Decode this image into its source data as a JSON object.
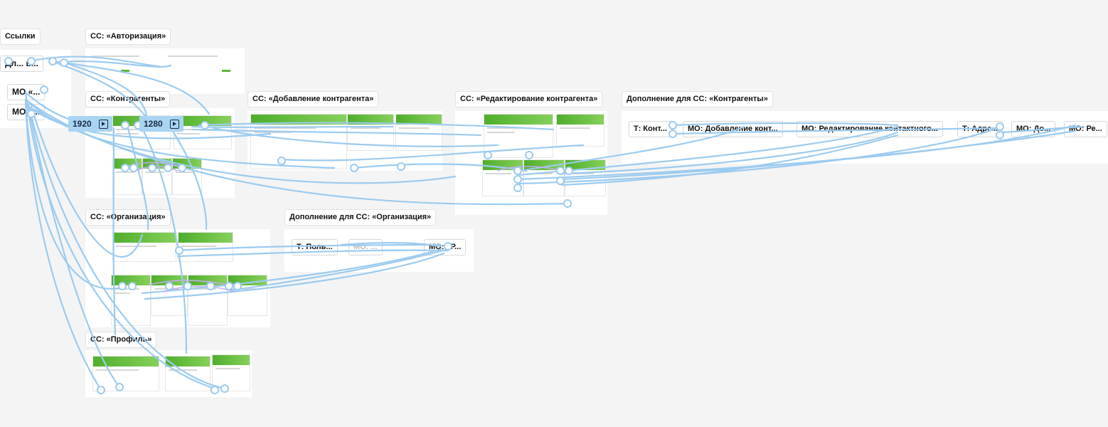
{
  "labels": {
    "links": "Ссылки",
    "auth": "СС: «Авторизация»",
    "kontragenty": "СС: «Контрагенты»",
    "add_kontragent": "СС: «Добавление контрагента»",
    "edit_kontragent": "СС: «Редактирование контрагента»",
    "add_for_kontragenty": "Дополнение для СС: «Контрагенты»",
    "organization": "СС: «Организация»",
    "add_for_organization": "Дополнение для СС: «Организация»",
    "profile": "СС: «Профиль»"
  },
  "link_items": {
    "dl_chip": "Дл... в...",
    "mo_chip_1": "МО «...",
    "mo_chip_2": "МО «..."
  },
  "viewport_tags": {
    "tag_1920": "1920",
    "tag_1280": "1280"
  },
  "kontragenty_addon_chips": {
    "t_kont": "Т: Конт...",
    "mo_add": "МО: Добавление конт...",
    "mo_edit": "МО: Редактирование контактного...",
    "t_addr": "Т: Адре...",
    "mo_do": "МО: До...",
    "mo_re": "МО: Ре..."
  },
  "organization_addon_chips": {
    "t_pol": "Т: Поль...",
    "mid": "МО: ...",
    "mo_r": "МО: «Р..."
  },
  "colors": {
    "canvas_bg": "#f4f4f4",
    "link_stroke": "#9ccbef",
    "link_purple": "#c7a9f0",
    "frame_header": "#5bb534",
    "viewport_tag": "#a9d5f2"
  }
}
